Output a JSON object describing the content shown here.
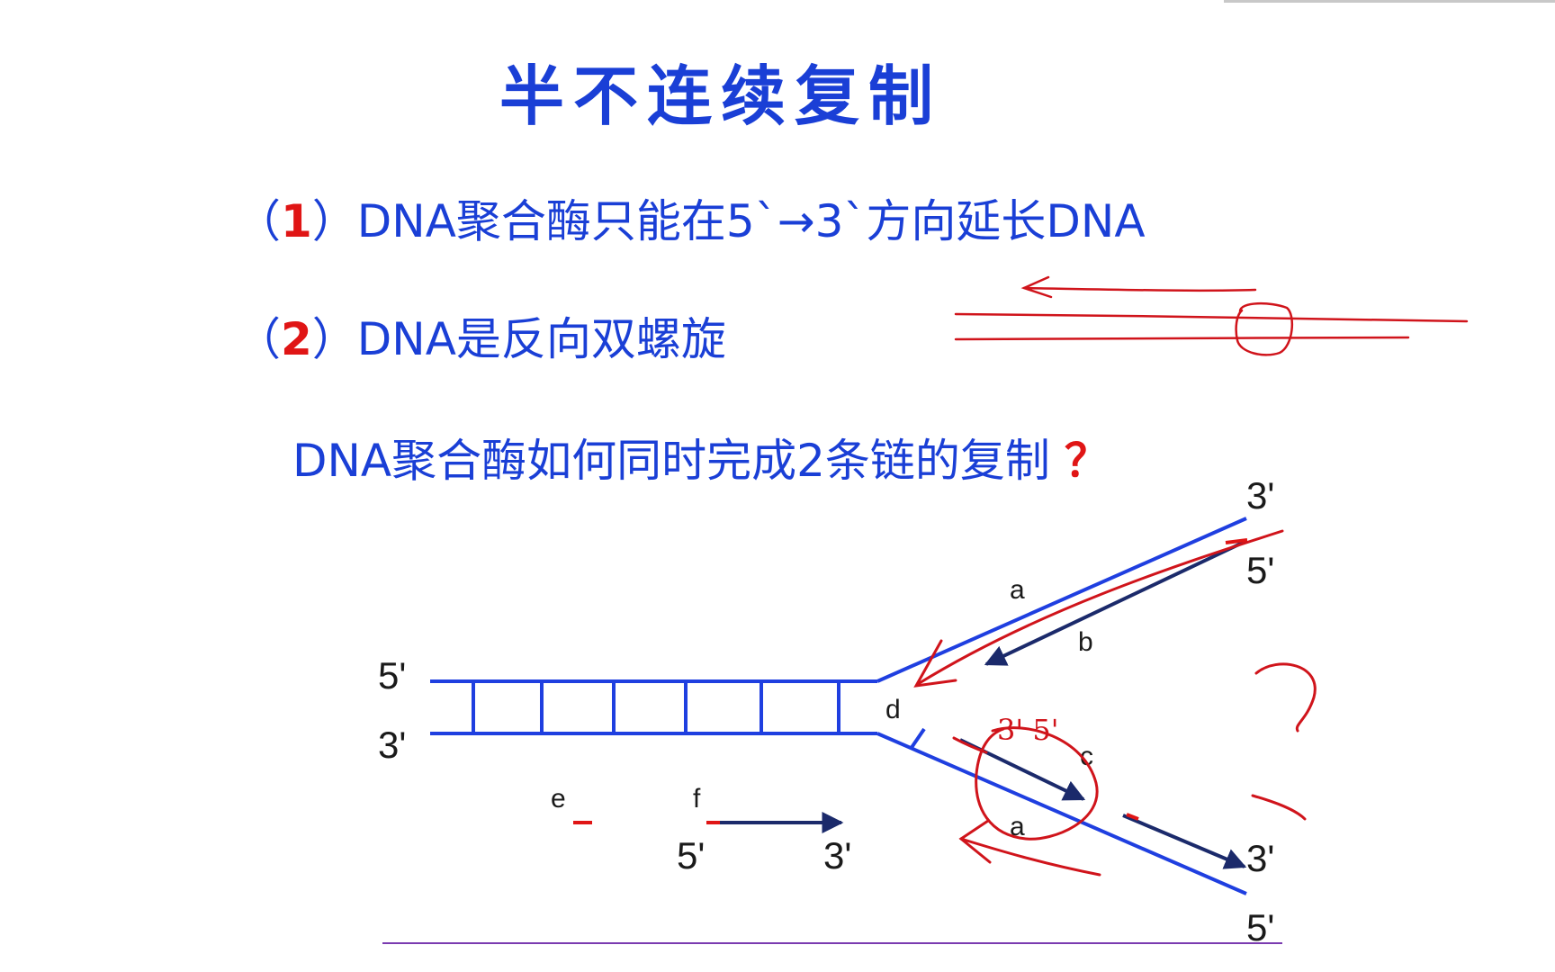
{
  "slide": {
    "title": "半不连续复制",
    "point1": {
      "open": "（",
      "num": "1",
      "close": "）",
      "text": "DNA聚合酶只能在5`→3`方向延长DNA"
    },
    "point2": {
      "open": "（",
      "num": "2",
      "close": "）",
      "text": "DNA是反向双螺旋"
    },
    "question": {
      "text": "DNA聚合酶如何同时完成2条链的复制 ",
      "mark": "？"
    }
  },
  "diagram": {
    "left_top_label": "5'",
    "left_bottom_label": "3'",
    "upper_end_top": "3'",
    "upper_end_bottom": "5'",
    "lower_end_top": "3'",
    "lower_end_bottom": "5'",
    "fork_label": "d",
    "label_a_upper": "a",
    "label_b": "b",
    "label_c": "c",
    "label_a_lower": "a",
    "legend_e": "e",
    "legend_f": "f",
    "legend_start": "5'",
    "legend_end": "3'"
  },
  "annotations": {
    "handwriting": "3' 5'"
  },
  "colors": {
    "text_blue": "#1a3fd6",
    "accent_red": "#e01515",
    "strand_blue": "#1f3fe0",
    "arrow_navy": "#1b2a6b",
    "ink_red": "#d0141b"
  }
}
